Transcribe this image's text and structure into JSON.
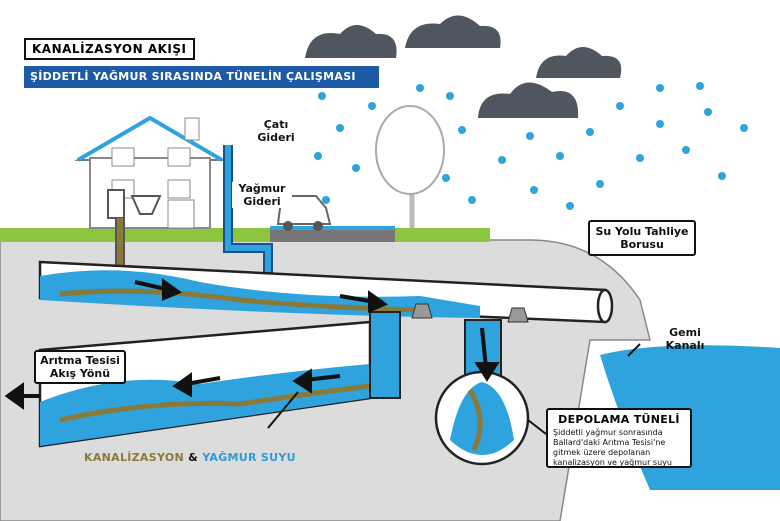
{
  "title": "KANALİZASYON AKIŞI",
  "subtitle": "ŞİDDETLİ YAĞMUR SIRASINDA TÜNELİN ÇALIŞMASI",
  "labels": {
    "roof_drain": "Çatı Gideri",
    "rain_drain": "Yağmur Gideri",
    "outfall_pipe": "Su Yolu Tahliye Borusu",
    "ship_canal": "Gemi Kanalı",
    "treatment_flow": "Arıtma Tesisi Akış Yönü"
  },
  "legend": {
    "sewage": "KANALİZASYON",
    "amp": "&",
    "rain": "YAĞMUR SUYU"
  },
  "tunnel": {
    "title": "DEPOLAMA TÜNELİ",
    "description": "Şiddetli yağmur sonrasında Ballard'daki Arıtma Tesisi'ne gitmek üzere depolanan kanalizasyon ve yağmur suyu"
  },
  "colors": {
    "water": "#2fa3dd",
    "sewage": "#8a7a3a",
    "ground": "#dcdcdc",
    "grass": "#8cc63f",
    "cloud": "#505660",
    "title_bar": "#1c5aa6"
  }
}
